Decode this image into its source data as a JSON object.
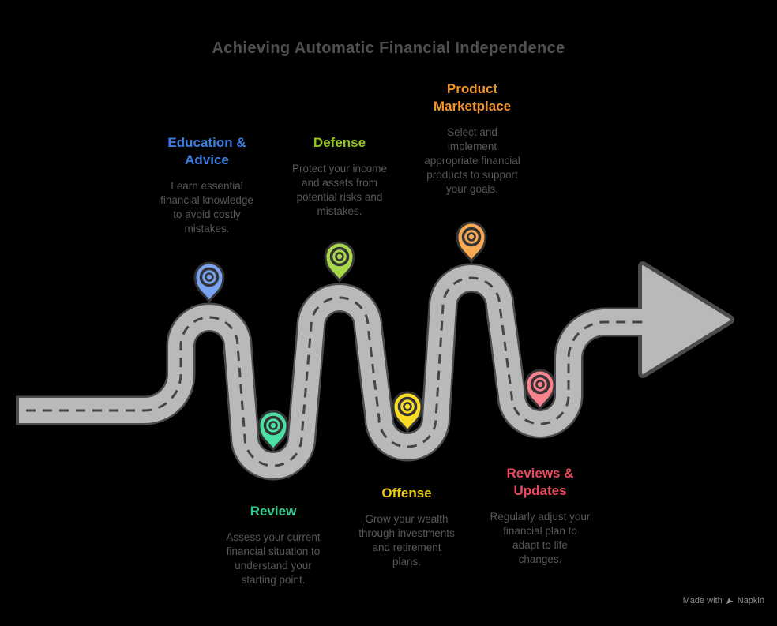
{
  "title": {
    "text": "Achieving Automatic Financial Independence",
    "color": "#4f4f4f"
  },
  "road": {
    "fill": "#b9b9b9",
    "outline": "#4a4b4d",
    "dash": "#454545"
  },
  "milestones": [
    {
      "id": "education-advice",
      "heading": "Education &\nAdvice",
      "body": "Learn essential\nfinancial knowledge\nto avoid costly\nmistakes.",
      "label_color": "#3c7de2",
      "pin_color": "#78a3f0"
    },
    {
      "id": "review",
      "heading": "Review",
      "body": "Assess your current\nfinancial situation to\nunderstand your\nstarting point.",
      "label_color": "#2ecc8e",
      "pin_color": "#4ce0a4"
    },
    {
      "id": "defense",
      "heading": "Defense",
      "body": "Protect your income\nand assets from\npotential risks and\nmistakes.",
      "label_color": "#93c51f",
      "pin_color": "#a8d84a"
    },
    {
      "id": "offense",
      "heading": "Offense",
      "body": "Grow your wealth\nthrough investments\nand retirement\nplans.",
      "label_color": "#e7ca15",
      "pin_color": "#f8dc25"
    },
    {
      "id": "product-marketplace",
      "heading": "Product\nMarketplace",
      "body": "Select and\nimplement\nappropriate financial\nproducts to support\nyour goals.",
      "label_color": "#f0952d",
      "pin_color": "#f7a953"
    },
    {
      "id": "reviews-updates",
      "heading": "Reviews &\nUpdates",
      "body": "Regularly adjust your\nfinancial plan to\nadapt to life\nchanges.",
      "label_color": "#e94b5e",
      "pin_color": "#f8828c"
    }
  ],
  "watermark": {
    "prefix": "Made with",
    "brand": "Napkin",
    "color": "#8e8e8e"
  }
}
